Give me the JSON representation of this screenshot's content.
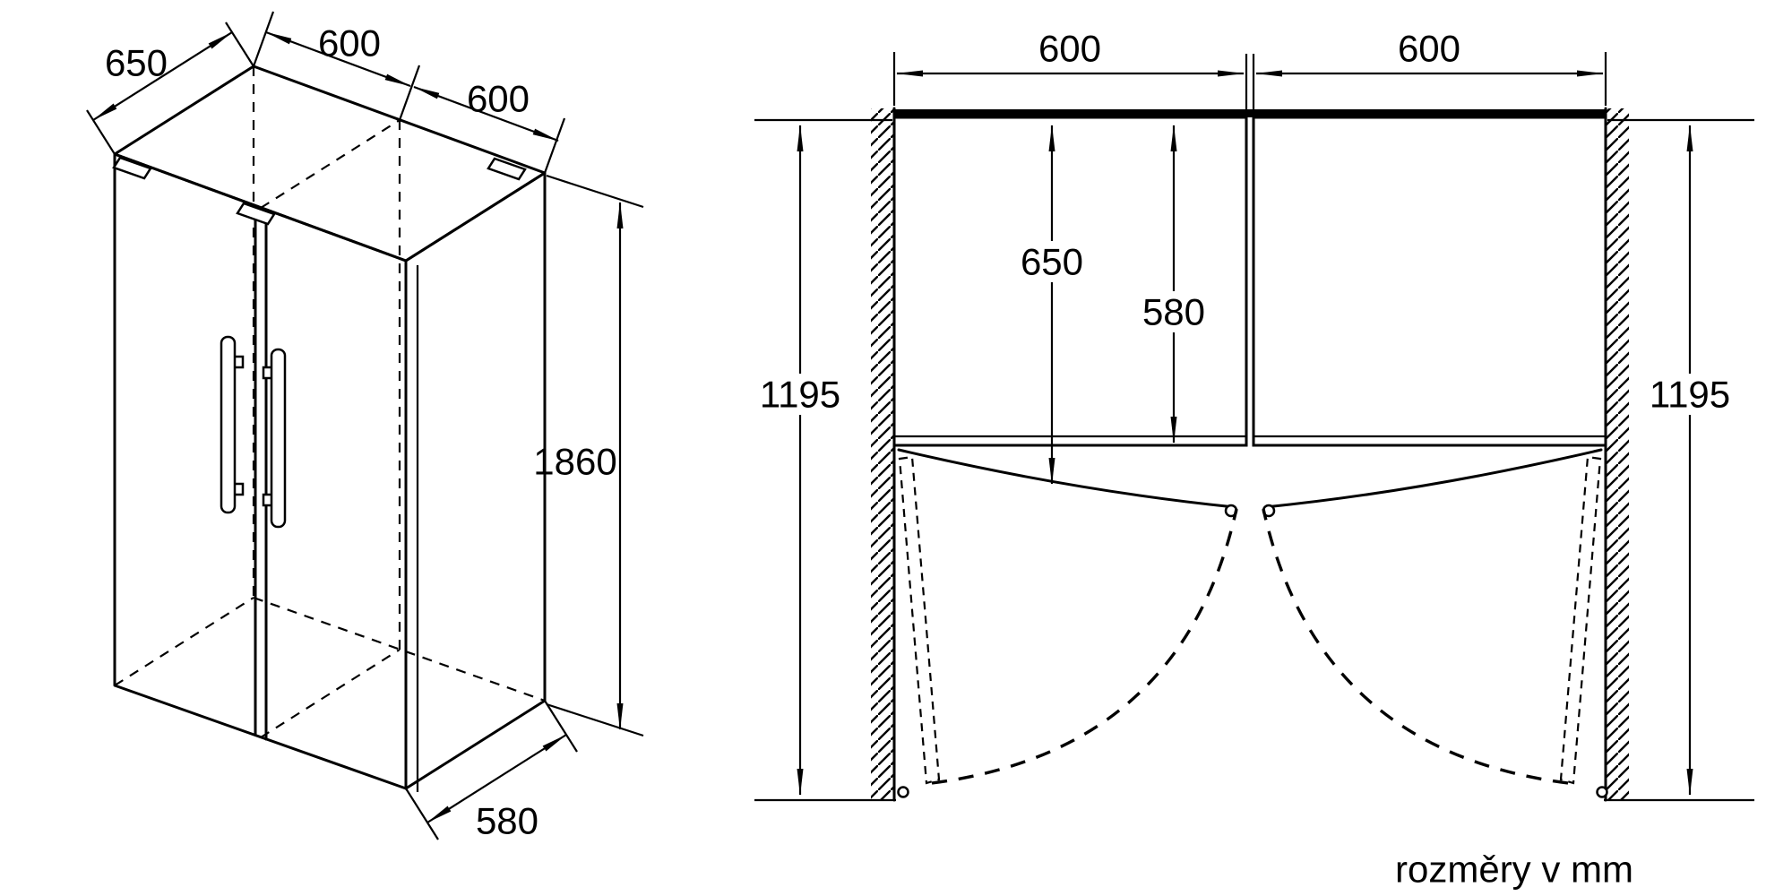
{
  "diagram": {
    "caption": "rozměry v mm",
    "front_view": {
      "depth": "650",
      "width_left": "600",
      "width_right": "600",
      "height": "1860",
      "depth_bottom": "580"
    },
    "plan_view": {
      "width_left": "600",
      "width_right": "600",
      "depth_door_open": "650",
      "depth_body": "580",
      "wall_left": "1195",
      "wall_right": "1195"
    }
  }
}
